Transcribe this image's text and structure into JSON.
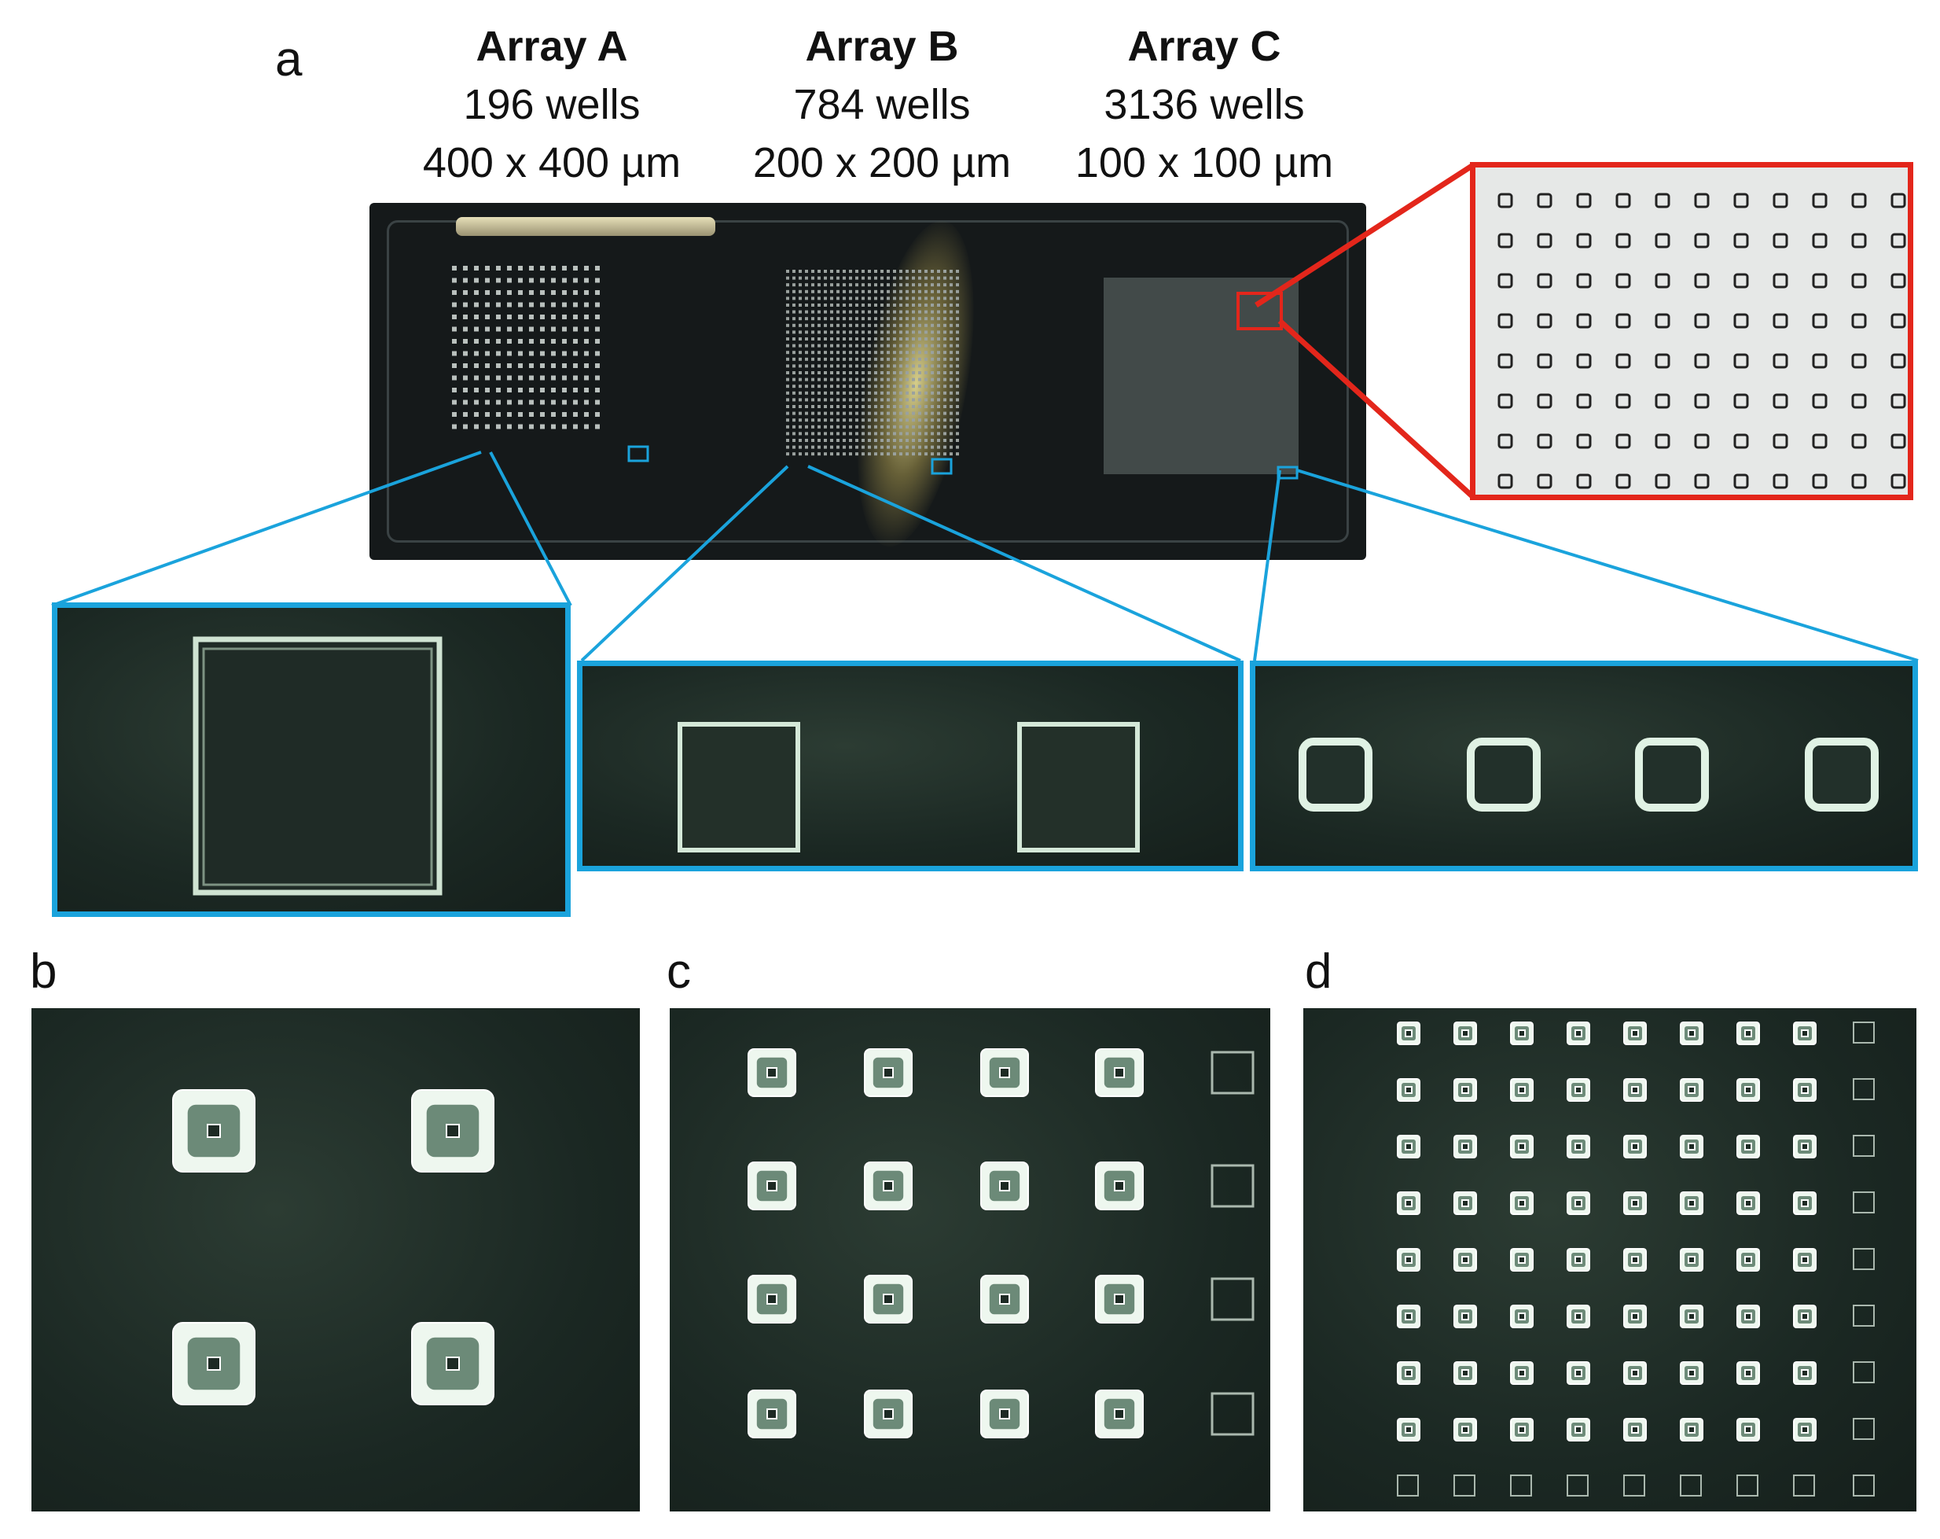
{
  "panels": {
    "a": "a",
    "b": "b",
    "c": "c",
    "d": "d"
  },
  "arrays": [
    {
      "name": "Array A",
      "wells": "196 wells",
      "size": "400 x 400 µm"
    },
    {
      "name": "Array B",
      "wells": "784 wells",
      "size": "200 x 200 µm"
    },
    {
      "name": "Array C",
      "wells": "3136 wells",
      "size": "100 x 100 µm"
    }
  ],
  "colors": {
    "zoom_blue": "#1aa3dc",
    "zoom_red": "#e3261b"
  }
}
